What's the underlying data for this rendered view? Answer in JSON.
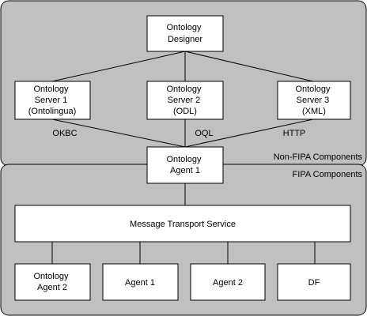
{
  "colors": {
    "region_fill": "#c0c0c0",
    "box_fill": "#ffffff",
    "stroke": "#000000",
    "background": "#ffffff"
  },
  "regions": {
    "non_fipa": {
      "label": "Non-FIPA Components"
    },
    "fipa": {
      "label": "FIPA Components"
    }
  },
  "nodes": {
    "ontology_designer": {
      "lines": [
        "Ontology",
        "Designer"
      ]
    },
    "ontology_server_1": {
      "lines": [
        "Ontology",
        "Server 1",
        "(Ontolingua)"
      ]
    },
    "ontology_server_2": {
      "lines": [
        "Ontology",
        "Server 2",
        "(ODL)"
      ]
    },
    "ontology_server_3": {
      "lines": [
        "Ontology",
        "Server 3",
        "(XML)"
      ]
    },
    "ontology_agent_1": {
      "lines": [
        "Ontology",
        "Agent 1"
      ]
    },
    "message_transport_service": {
      "lines": [
        "Message Transport Service"
      ]
    },
    "ontology_agent_2": {
      "lines": [
        "Ontology",
        "Agent 2"
      ]
    },
    "agent_1": {
      "lines": [
        "Agent 1"
      ]
    },
    "agent_2": {
      "lines": [
        "Agent 2"
      ]
    },
    "df": {
      "lines": [
        "DF"
      ]
    }
  },
  "edge_labels": {
    "okbc": "OKBC",
    "oql": "OQL",
    "http": "HTTP"
  }
}
